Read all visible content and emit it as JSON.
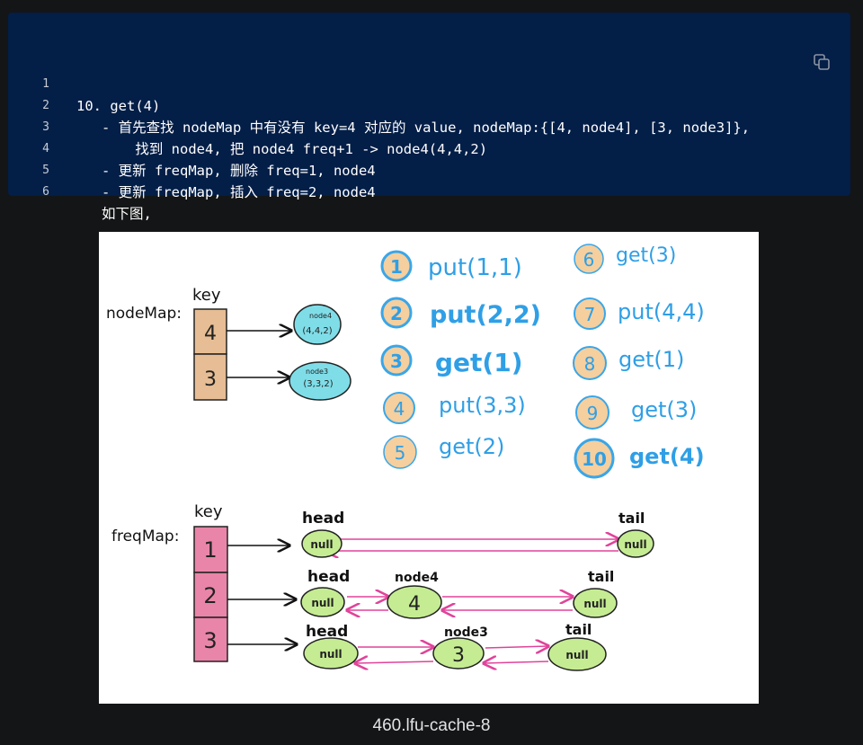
{
  "code": {
    "lines": [
      {
        "num": "1",
        "text": "10. get(4)"
      },
      {
        "num": "2",
        "text": "   - 首先查找 nodeMap 中有没有 key=4 对应的 value, nodeMap:{[4, node4], [3, node3]},"
      },
      {
        "num": "3",
        "text": "       找到 node4, 把 node4 freq+1 -> node4(4,4,2)"
      },
      {
        "num": "4",
        "text": "   - 更新 freqMap, 删除 freq=1, node4"
      },
      {
        "num": "5",
        "text": "   - 更新 freqMap, 插入 freq=2, node4"
      },
      {
        "num": "6",
        "text": "   如下图,"
      }
    ],
    "copy_icon": "copy-icon"
  },
  "figure": {
    "nodemap_label": "nodeMap:",
    "key_label": "key",
    "nodemap_keys": [
      "4",
      "3"
    ],
    "nodemap_nodes": [
      {
        "title": "node4",
        "value": "(4,4,2)"
      },
      {
        "title": "node3",
        "value": "(3,3,2)"
      }
    ],
    "ops": [
      {
        "num": "1",
        "text": "put(1,1)"
      },
      {
        "num": "2",
        "text": "put(2,2)"
      },
      {
        "num": "3",
        "text": "get(1)"
      },
      {
        "num": "4",
        "text": "put(3,3)"
      },
      {
        "num": "5",
        "text": "get(2)"
      },
      {
        "num": "6",
        "text": "get(3)"
      },
      {
        "num": "7",
        "text": "put(4,4)"
      },
      {
        "num": "8",
        "text": "get(1)"
      },
      {
        "num": "9",
        "text": "get(3)"
      },
      {
        "num": "10",
        "text": "get(4)"
      }
    ],
    "freqmap_label": "freqMap:",
    "freq_keys": [
      "1",
      "2",
      "3"
    ],
    "head_label": "head",
    "tail_label": "tail",
    "null_label": "null",
    "list_nodes": [
      {
        "title": "node4",
        "value": "4"
      },
      {
        "title": "node3",
        "value": "3"
      }
    ],
    "colors": {
      "op_circle_fill": "#f5cf9e",
      "op_circle_stroke": "#3aa6e8",
      "op_text": "#2f9fe6",
      "nodemap_key_fill": "#e6bd94",
      "freq_key_fill": "#e985a8",
      "node_fill": "#7fdde8",
      "list_node_fill": "#c5ec92",
      "link_color": "#e0439a"
    }
  },
  "caption": "460.lfu-cache-8"
}
